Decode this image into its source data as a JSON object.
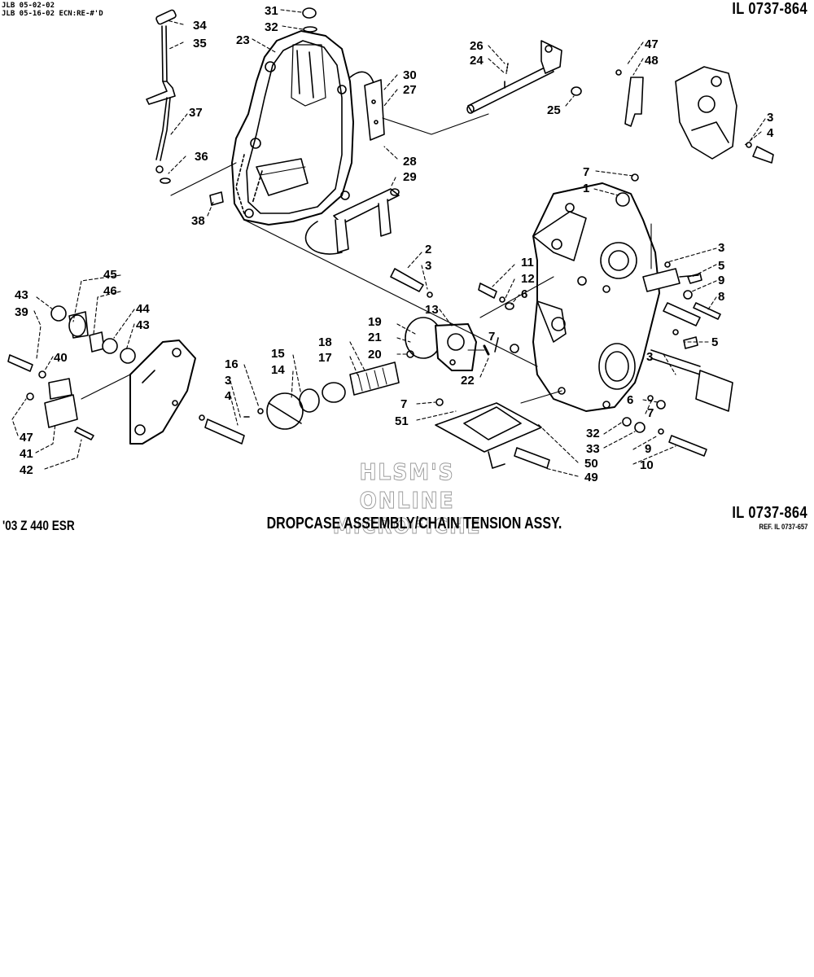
{
  "revisions": [
    "JLB 05-02-02",
    "JLB 05-16-02 ECN:RE-#'D"
  ],
  "illustration_number": "IL 0737-864",
  "illustration_number_bottom": "IL 0737-864",
  "reference": "REF. IL 0737-657",
  "model": "'03 Z 440 ESR",
  "title": "DROPCASE ASSEMBLY/CHAIN TENSION ASSY.",
  "watermark": [
    "HLSM'S",
    "ONLINE",
    "MICROFICHE"
  ],
  "callouts": [
    "34",
    "35",
    "37",
    "36",
    "31",
    "32",
    "23",
    "30",
    "27",
    "28",
    "29",
    "26",
    "24",
    "25",
    "47",
    "48",
    "3",
    "4",
    "38",
    "7",
    "1",
    "3",
    "5",
    "9",
    "8",
    "2",
    "3",
    "11",
    "12",
    "6",
    "13",
    "19",
    "21",
    "20",
    "18",
    "17",
    "7",
    "22",
    "5",
    "3",
    "15",
    "14",
    "16",
    "3",
    "4",
    "6",
    "7",
    "7",
    "51",
    "32",
    "33",
    "9",
    "10",
    "50",
    "49",
    "45",
    "46",
    "43",
    "39",
    "44",
    "43",
    "40",
    "47",
    "41",
    "42"
  ]
}
